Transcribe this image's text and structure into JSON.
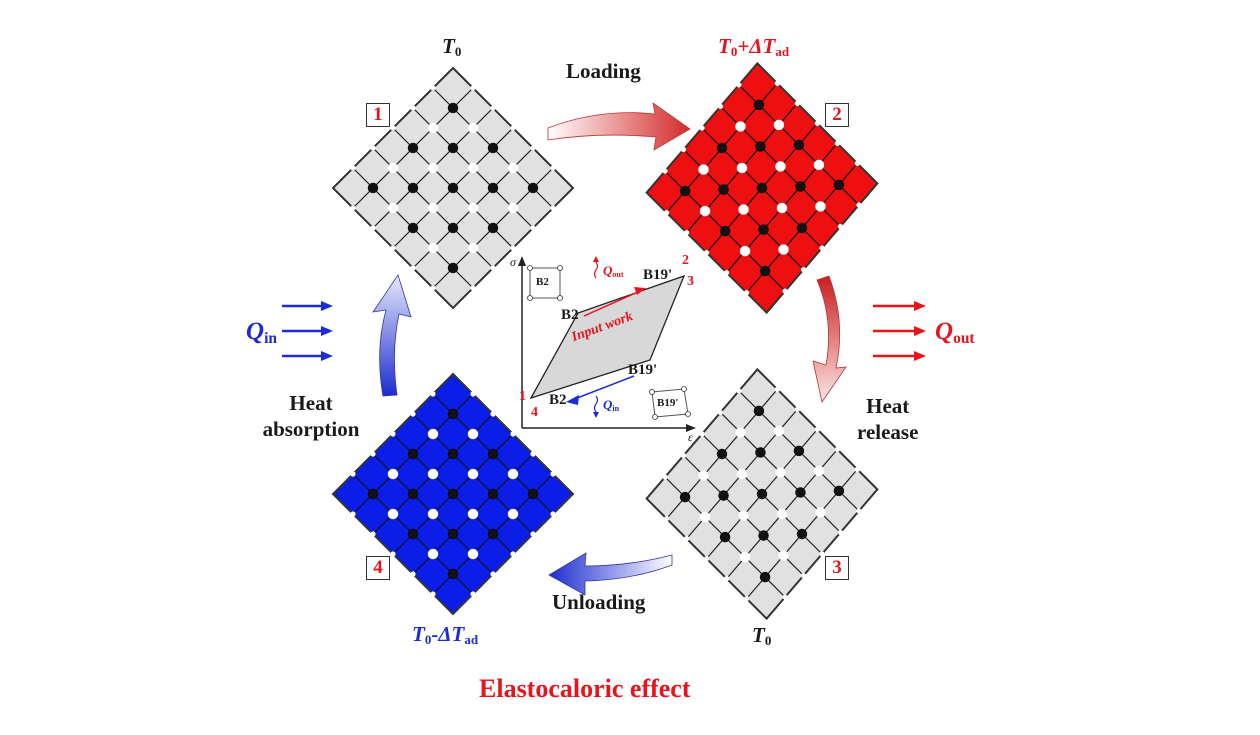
{
  "title": "Elastocaloric effect",
  "steps": {
    "loading": "Loading",
    "unloading": "Unloading",
    "heat_release": [
      "Heat",
      "release"
    ],
    "heat_absorption": [
      "Heat",
      "absorption"
    ]
  },
  "states": [
    {
      "number": "1",
      "temp_base": "T",
      "temp_sub": "0",
      "temp_extra": "",
      "temp_extra_sub": "",
      "fill": "#e1e1e1",
      "temp_color": "#1a1a1a"
    },
    {
      "number": "2",
      "temp_base": "T",
      "temp_sub": "0",
      "temp_extra": "+ΔT",
      "temp_extra_sub": "ad",
      "fill": "#ee1010",
      "temp_color": "#e8141c"
    },
    {
      "number": "3",
      "temp_base": "T",
      "temp_sub": "0",
      "temp_extra": "",
      "temp_extra_sub": "",
      "fill": "#e1e1e1",
      "temp_color": "#1a1a1a"
    },
    {
      "number": "4",
      "temp_base": "T",
      "temp_sub": "0",
      "temp_extra": "-ΔT",
      "temp_extra_sub": "ad",
      "fill": "#0a1ee8",
      "temp_color": "#1c2bd6"
    }
  ],
  "heat": {
    "q_in": {
      "base": "Q",
      "sub": "in",
      "color": "#1c2bd6"
    },
    "q_out": {
      "base": "Q",
      "sub": "out",
      "color": "#e8141c"
    }
  },
  "inset": {
    "y_axis": "σ",
    "x_axis": "ε",
    "area_label": "Input work",
    "phase_b2_upper": "B2",
    "phase_b19_upper": "B19'",
    "phase_b2_lower": "B2",
    "phase_b19_lower": "B19'",
    "corner_labels": [
      "1",
      "2",
      "3",
      "4"
    ],
    "box_b2": "B2",
    "box_b19": "B19'",
    "q_out_small": {
      "base": "Q",
      "sub": "out"
    },
    "q_in_small": {
      "base": "Q",
      "sub": "in"
    }
  },
  "colors": {
    "red": "#e8141c",
    "blue": "#1c2bd6",
    "grey_lattice": "#e1e1e1",
    "red_lattice": "#ee1010",
    "blue_lattice": "#0a1ee8"
  }
}
